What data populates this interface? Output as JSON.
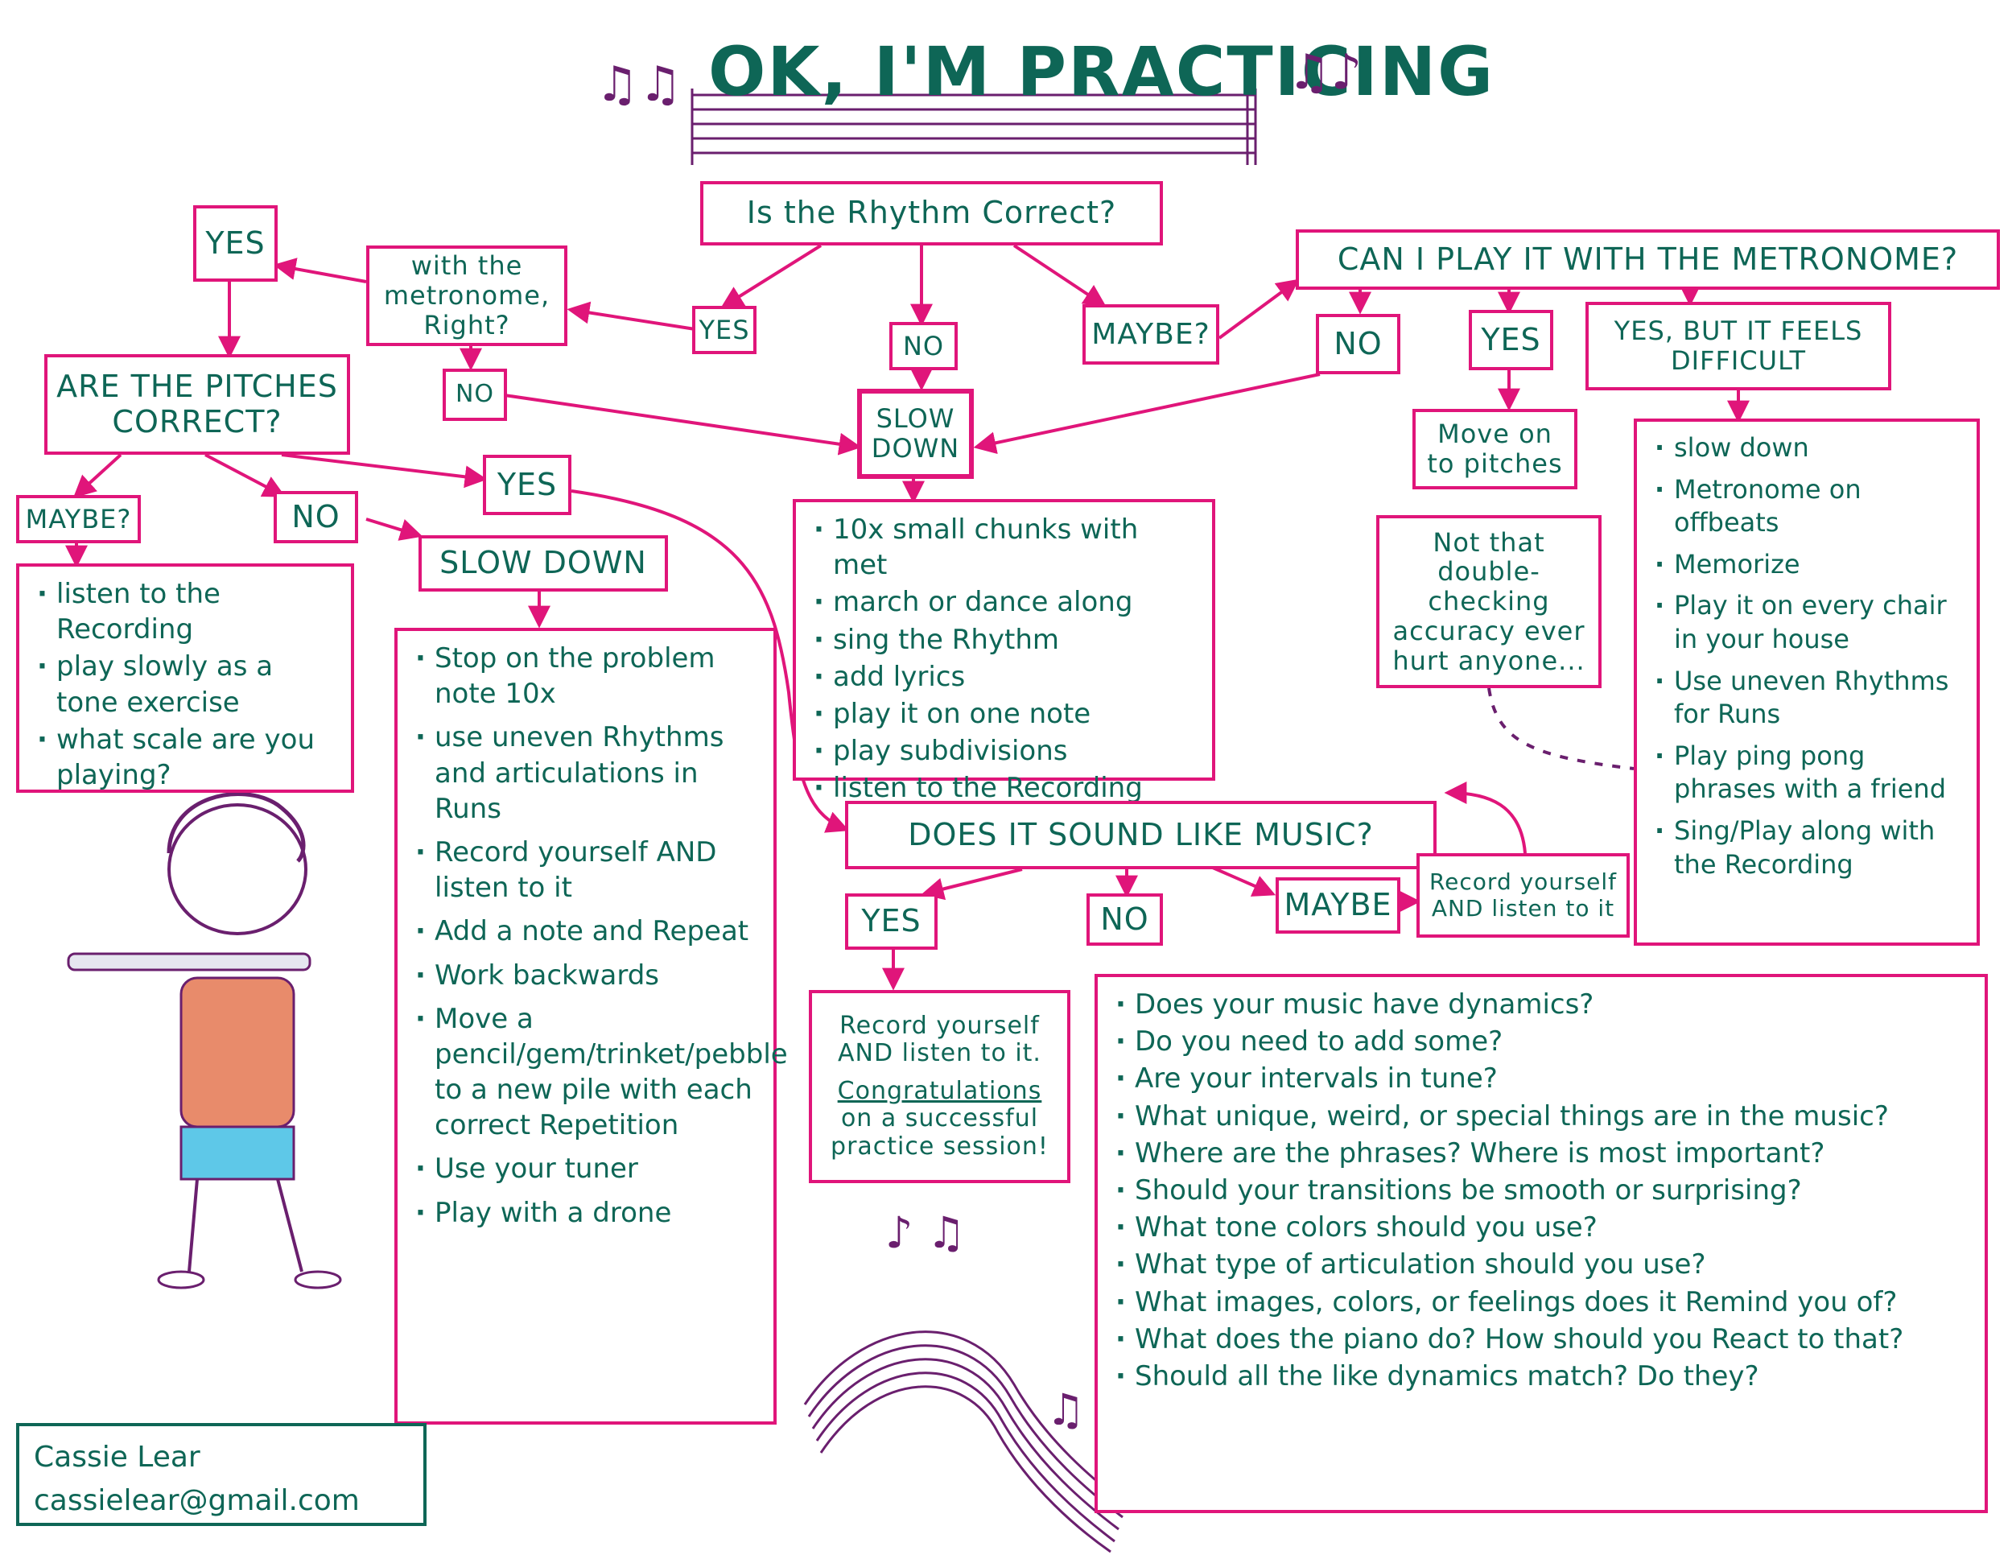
{
  "title": "OK, I'M PRACTICING",
  "colors": {
    "ink": "#0e6656",
    "border": "#e0157a",
    "staff": "#6a1f6e"
  },
  "nodes": {
    "rhythm_q": "Is the Rhythm Correct?",
    "with_metronome": "with the metronome, Right?",
    "yes_top": "YES",
    "yes_rhythm": "YES",
    "no_rhythm": "NO",
    "maybe_rhythm": "MAYBE?",
    "no_metro_check": "NO",
    "slow_down_center": "SLOW DOWN",
    "metronome_q": "CAN I PLAY IT WITH THE METRONOME?",
    "no_metro": "NO",
    "yes_metro": "YES",
    "yes_difficult": "YES, BUT IT FEELS DIFFICULT",
    "move_on": "Move on to pitches",
    "double_check": "Not that double-checking accuracy ever hurt anyone...",
    "pitches_q": "ARE THE PITCHES CORRECT?",
    "maybe_pitch": "MAYBE?",
    "no_pitch": "NO",
    "yes_pitch": "YES",
    "slow_down_left": "SLOW DOWN",
    "music_q": "DOES IT SOUND LIKE MUSIC?",
    "yes_music": "YES",
    "no_music": "NO",
    "maybe_music": "MAYBE",
    "record_maybe": "Record yourself AND listen to it",
    "record_yes": "Record yourself AND listen to it.",
    "congrats": "Congratulations",
    "congrats_rest": "on a successful practice session!"
  },
  "lists": {
    "pitch_maybe": [
      "listen to the Recording",
      "play slowly as a tone exercise",
      "what scale are you playing?"
    ],
    "slow_down_left": [
      "Stop on the problem note 10x",
      "use uneven Rhythms and articulations in Runs",
      "Record yourself AND listen to it",
      "Add a note and Repeat",
      "Work backwards",
      "Move a pencil/gem/trinket/pebble to a new pile with each correct Repetition",
      "Use your tuner",
      "Play with a drone"
    ],
    "rhythm_center": [
      "10x small chunks with met",
      "march or dance along",
      "sing the Rhythm",
      "add lyrics",
      "play it on one note",
      "play subdivisions",
      "listen to the Recording"
    ],
    "difficult": [
      "slow down",
      "Metronome on offbeats",
      "Memorize",
      "Play it on every chair in your house",
      "Use uneven Rhythms for Runs",
      "Play ping pong phrases with a friend",
      "Sing/Play along with the Recording"
    ],
    "dynamics": [
      "Does your music have dynamics?",
      "Do you need to add some?",
      "Are your intervals in tune?",
      "What unique, weird, or special things are in the music?",
      "Where are the phrases? Where is most important?",
      "Should your transitions be smooth or surprising?",
      "What tone colors should you use?",
      "What type of articulation should you use?",
      "What images, colors, or feelings does it Remind you of?",
      "What does the piano do? How should you React to that?",
      "Should all the like dynamics match? Do they?"
    ]
  },
  "contact": {
    "name": "Cassie Lear",
    "email": "cassielear@gmail.com"
  }
}
